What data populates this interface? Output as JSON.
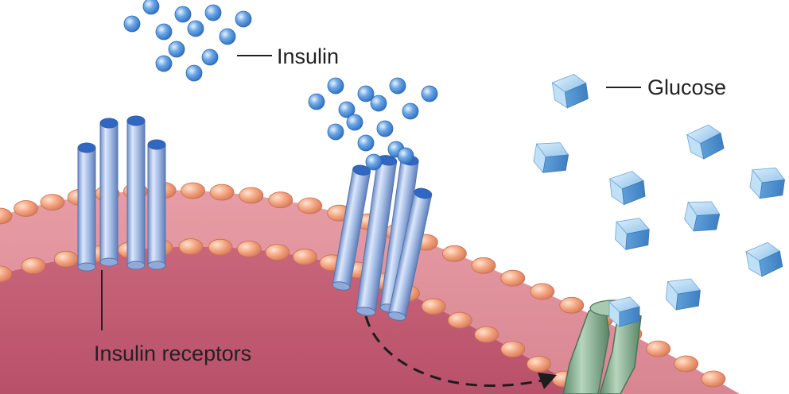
{
  "labels": {
    "insulin": "Insulin",
    "glucose": "Glucose",
    "insulin_receptors": "Insulin receptors"
  },
  "colors": {
    "cytoplasm": "#c45c72",
    "membrane_band": "#de8e97",
    "lipid_bead": "#f0a47e",
    "insulin_molecule": "#4a8ed8",
    "glucose_molecule": "#7fb9e6",
    "receptor": "#a9c3ec",
    "transporter": "#7fa88a"
  },
  "icons": {
    "insulin": "blue-sphere-icon",
    "glucose": "blue-cube-icon",
    "receptor": "cylinder-receptor-icon",
    "transporter": "green-channel-icon",
    "signal": "dashed-arrow-icon"
  }
}
